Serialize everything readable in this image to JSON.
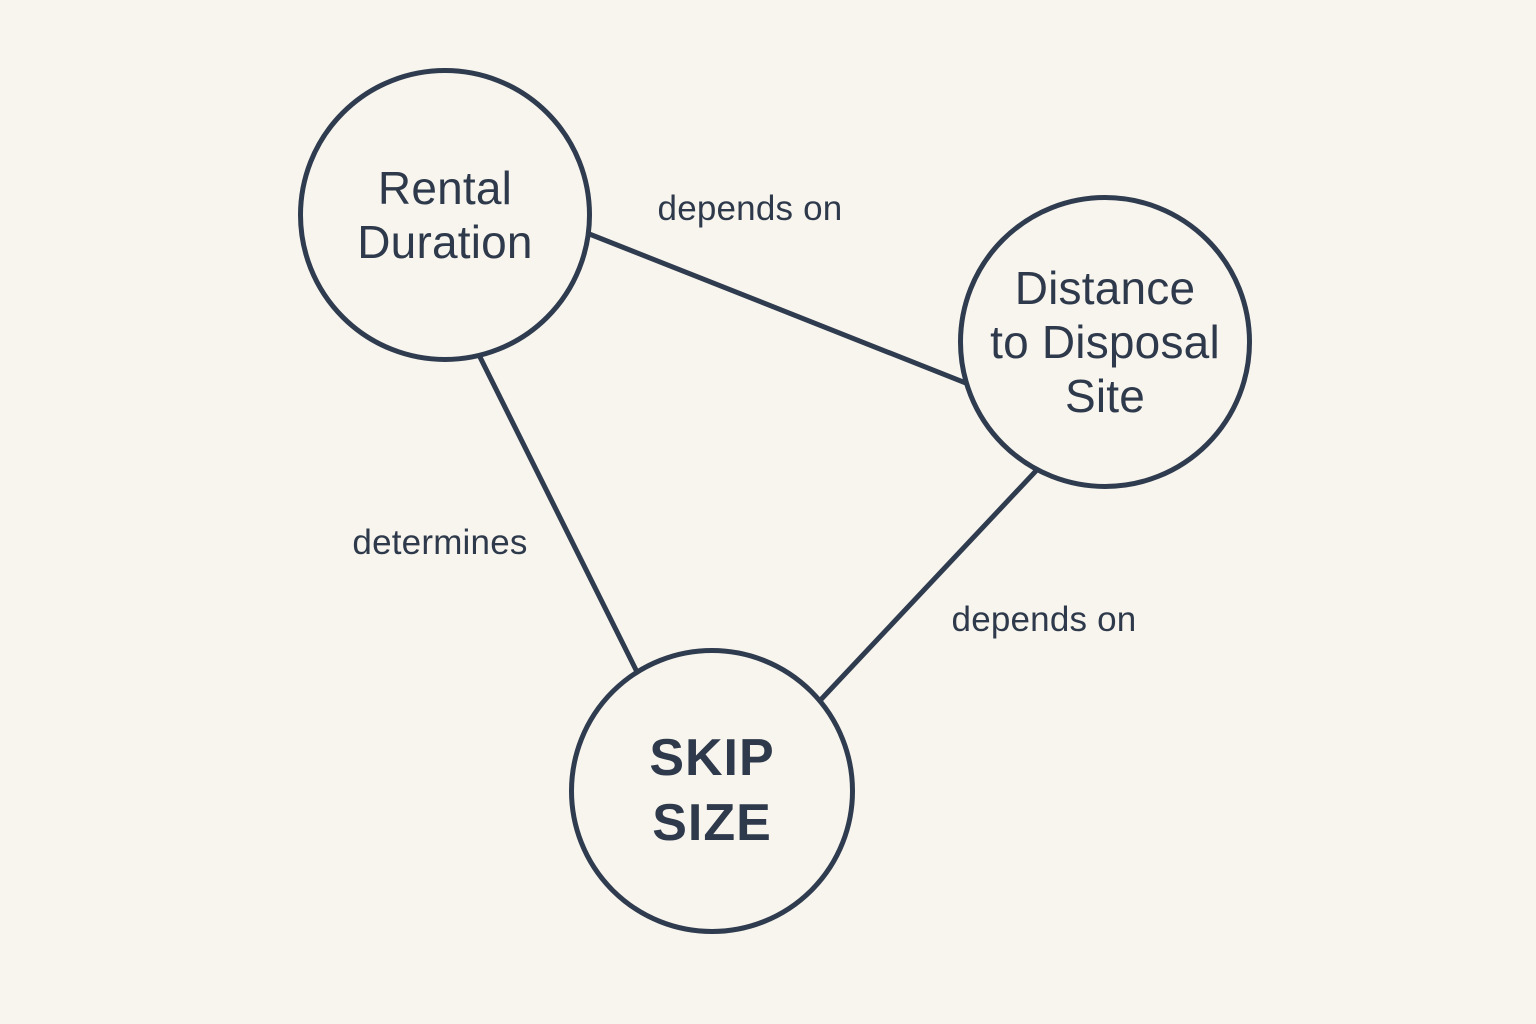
{
  "diagram": {
    "type": "concept-graph",
    "colors": {
      "background": "#f8f5ee",
      "stroke": "#2f3b4e",
      "text": "#2e3a4b"
    },
    "nodes": [
      {
        "id": "rental-duration",
        "label": "Rental\nDuration"
      },
      {
        "id": "distance-to-disposal-site",
        "label": "Distance\nto Disposal\nSite"
      },
      {
        "id": "skip-size",
        "label": "SKIP\nSIZE"
      }
    ],
    "edges": [
      {
        "from": "rental-duration",
        "to": "distance-to-disposal-site",
        "label": "depends on"
      },
      {
        "from": "rental-duration",
        "to": "skip-size",
        "label": "determines"
      },
      {
        "from": "distance-to-disposal-site",
        "to": "skip-size",
        "label": "depends on"
      }
    ]
  }
}
